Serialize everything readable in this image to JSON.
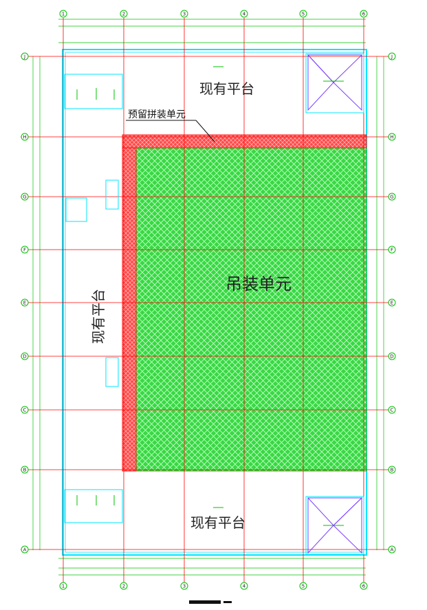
{
  "labels": {
    "existing_platform_top": "现有平台",
    "existing_platform_left": "现有平台",
    "existing_platform_bottom": "现有平台",
    "lifting_unit": "吊装单元",
    "reserved_assembly_unit": "预留拼装单元"
  },
  "grid": {
    "columns": [
      "1",
      "2",
      "3",
      "4",
      "5",
      "6"
    ],
    "rows": [
      "J",
      "H",
      "G",
      "F",
      "E",
      "D",
      "C",
      "B",
      "A"
    ]
  },
  "colors": {
    "grid_line": "#ff0000",
    "dimension_line": "#00c000",
    "outline": "#00e5ff",
    "lifting_fill": "#2fd63a",
    "reserved_fill": "#ff3b3b"
  }
}
